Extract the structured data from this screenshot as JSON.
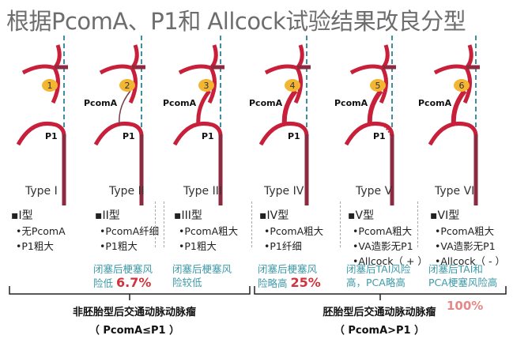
{
  "title": "根据PcomA、P1和 Allcock试验结果改良分型",
  "colors": {
    "artery": "#c8203a",
    "trunk": "#8e2a3f",
    "dashed": "#3e8fa0",
    "aneurysm": "#f2b632",
    "risk_text": "#3d9aa8",
    "percent": "#d2343d"
  },
  "panels": [
    {
      "num": "1",
      "pcoma_label": "",
      "p1_label": "P1",
      "type": "Type I",
      "head": "▪I型",
      "bullets": [
        "•无PcomA",
        "•P1粗大"
      ],
      "risk": [],
      "pct": ""
    },
    {
      "num": "2",
      "pcoma_label": "PcomA",
      "p1_label": "P1",
      "type": "Type II",
      "head": "▪II型",
      "bullets": [
        "•PcomA纤细",
        "•P1粗大"
      ],
      "risk": [
        "闭塞后梗塞风",
        "险低 "
      ],
      "pct": "6.7%"
    },
    {
      "num": "3",
      "pcoma_label": "PcomA",
      "p1_label": "P1",
      "type": "Type III",
      "head": "▪III型",
      "bullets": [
        "•PcomA粗大",
        "•P1粗大"
      ],
      "risk": [
        "闭塞后梗塞风",
        "险较低"
      ],
      "pct": ""
    },
    {
      "num": "4",
      "pcoma_label": "PcomA",
      "p1_label": "P1",
      "type": "Type IV",
      "head": "▪IV型",
      "bullets": [
        "•PcomA粗大",
        "•P1纤细"
      ],
      "risk": [
        "闭塞后梗塞风",
        "险略高 "
      ],
      "pct": "25%"
    },
    {
      "num": "5",
      "pcoma_label": "PcomA",
      "p1_label": "P1",
      "type": "Type V",
      "head": "▪V型",
      "bullets": [
        "•PcomA粗大",
        "•VA造影无P1",
        "•Allcock（ + ）"
      ],
      "risk": [
        "闭塞后TAI风险",
        "高，PCA略高"
      ],
      "pct": ""
    },
    {
      "num": "6",
      "pcoma_label": "PcomA",
      "p1_label": "",
      "type": "Type VI",
      "head": "▪VI型",
      "bullets": [
        "•PcomA粗大",
        "•VA造影无P1",
        "•Allcock（ - ）"
      ],
      "risk": [
        "闭塞后TAI和",
        "PCA梗塞风险高"
      ],
      "pct": ""
    }
  ],
  "groups": [
    {
      "name": "非胚胎型后交通动脉动脉瘤",
      "cond": "（ PcomA≤P1 ）"
    },
    {
      "name": "胚胎型后交通动脉动脉瘤",
      "cond": "（ PcomA>P1 ）"
    }
  ],
  "overlay_pct": "100%"
}
